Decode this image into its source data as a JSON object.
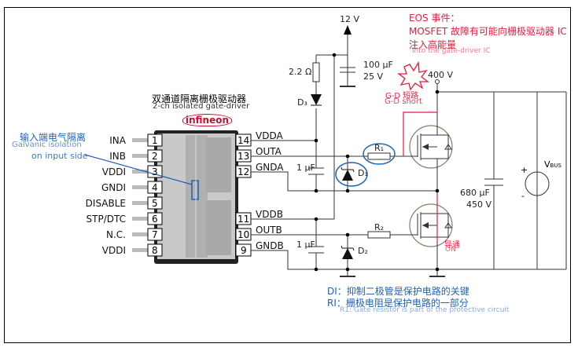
{
  "title_cn": "双通道隔离栅极驱动器",
  "title_en": "2-ch isolated gate-driver",
  "brand": "infineon",
  "isolation_note": {
    "cn": "输入端电气隔离",
    "en_line1": "Galvanic isolation",
    "en_line2": "on input side"
  },
  "left_pins": [
    {
      "num": "1",
      "name": "INA"
    },
    {
      "num": "2",
      "name": "INB"
    },
    {
      "num": "3",
      "name": "VDDI"
    },
    {
      "num": "4",
      "name": "GNDI"
    },
    {
      "num": "5",
      "name": "DISABLE"
    },
    {
      "num": "6",
      "name": "STP/DTC"
    },
    {
      "num": "7",
      "name": "N.C."
    },
    {
      "num": "8",
      "name": "VDDI"
    }
  ],
  "right_pins": [
    {
      "num": "14",
      "name": "VDDA"
    },
    {
      "num": "13",
      "name": "OUTA"
    },
    {
      "num": "12",
      "name": "GNDA"
    },
    {
      "num": "11",
      "name": "VDDB"
    },
    {
      "num": "10",
      "name": "OUTB"
    },
    {
      "num": "9",
      "name": "GNDB"
    }
  ],
  "components": {
    "supply_12v": "12 V",
    "r_bootstrap": "2.2 Ω",
    "d3": "D₃",
    "c_bulk_value": "100 µF",
    "c_bulk_voltage": "25 V",
    "c_a": "1 µF",
    "c_b": "1 µF",
    "r1": "R₁",
    "d1": "D₁",
    "r2": "R₂",
    "d2": "D₂",
    "v400": "400 V",
    "c_dc_value": "680 µF",
    "c_dc_voltage": "450 V",
    "vbus": "V",
    "vbus_sub": "BUS",
    "plus": "+",
    "minus": "-"
  },
  "fault": {
    "gd_short_cn": "G-D 短路",
    "gd_short_en": "G-D short",
    "on_cn": "导通",
    "on_en": "ON"
  },
  "eos_note": {
    "line1": "EOS 事件：",
    "line2": "MOSFET 故障有可能向栅极驱动器 IC",
    "line3": "注入高能量",
    "ghost_en": "into the gate-driver IC"
  },
  "bottom_note": {
    "line1": "DI：抑制二极管是保护电路的关键",
    "line2": "RI：栅极电阻是保护电路的一部分",
    "ghost_en": "R1: Gate resistor is part of the protective circuit"
  },
  "colors": {
    "fault_red": "#e8193c",
    "note_blue": "#1e63b3",
    "chip_gray": "#b8b8b8",
    "mosfet_circle": "#8a7a6a"
  }
}
